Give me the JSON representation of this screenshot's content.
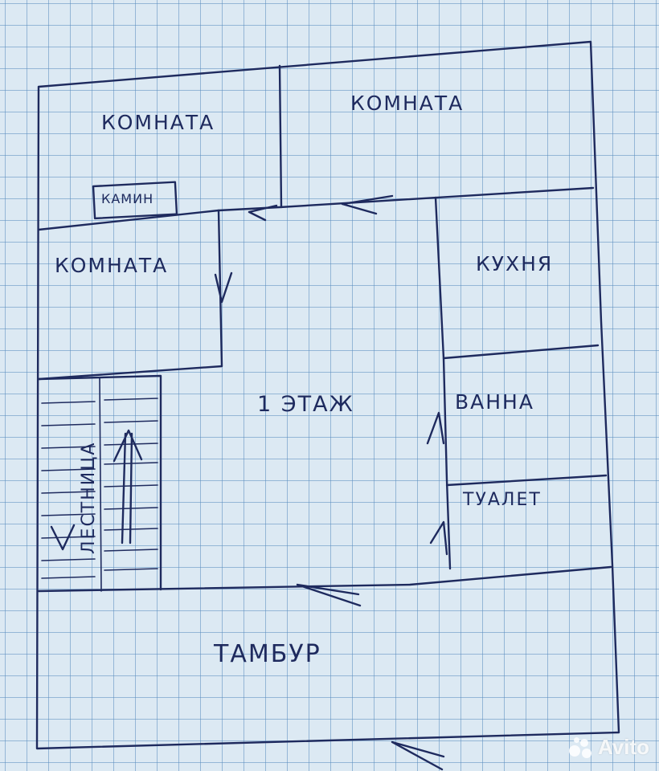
{
  "floor_label": "1 ЭТАЖ",
  "rooms": {
    "komnata_top_left": "КОМНАТА",
    "komnata_top_right": "КОМНАТА",
    "komnata_left": "КОМНАТА",
    "kamin": "КАМИН",
    "kukhnya": "КУХНЯ",
    "vanna": "ВАННА",
    "tualet": "ТУАЛЕТ",
    "lestnitsa": "ЛЕСТНИЦА",
    "tambur": "ТАМБУР"
  },
  "watermark": "Avito",
  "colors": {
    "ink": "#1e2a5e",
    "paper": "#dce9f3",
    "grid": "#5a8cbe"
  }
}
